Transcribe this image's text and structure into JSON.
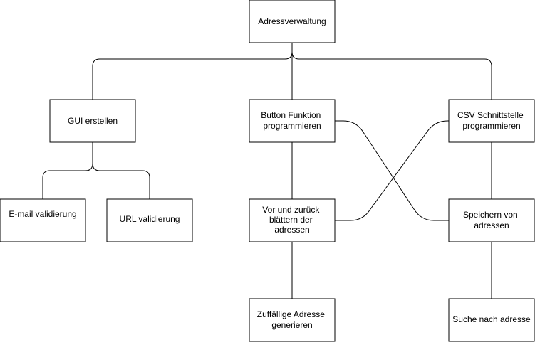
{
  "diagram": {
    "nodes": {
      "root": [
        "Adressverwaltung"
      ],
      "gui": [
        "GUI erstellen"
      ],
      "button": [
        "Button Funktion",
        "programmieren"
      ],
      "csv": [
        "CSV Schnittstelle",
        "programmieren"
      ],
      "email": [
        "E-mail validierung"
      ],
      "url": [
        "URL validierung"
      ],
      "vor": [
        "Vor und zurück",
        "blättern der",
        "adressen"
      ],
      "speichern": [
        "Speichern von",
        "adressen"
      ],
      "zufall": [
        "Zuffällige Adresse",
        "generieren"
      ],
      "suche": [
        "Suche nach adresse"
      ]
    },
    "colors": {
      "stroke": "#000000",
      "fill": "#ffffff",
      "text": "#000000"
    }
  }
}
